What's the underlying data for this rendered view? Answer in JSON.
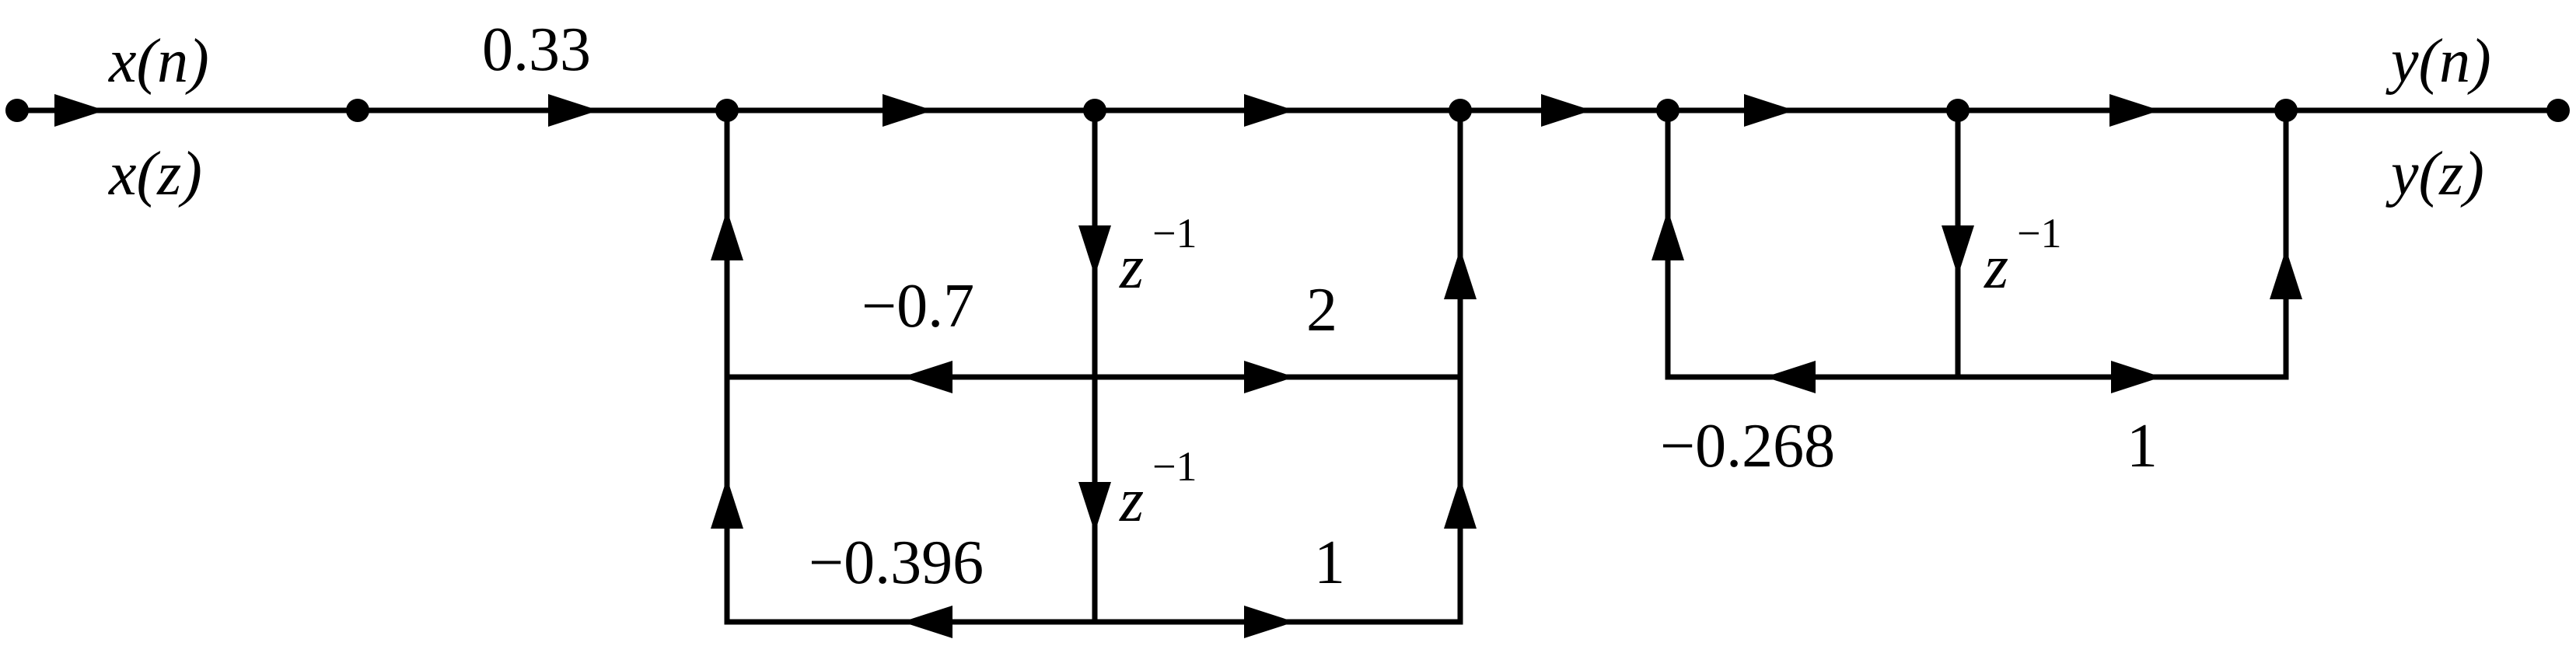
{
  "input": {
    "time_label": "x(n)",
    "z_label": "x(z)"
  },
  "output": {
    "time_label": "y(n)",
    "z_label": "y(z)"
  },
  "gain": "0.33",
  "section1": {
    "delay_top": {
      "base": "z",
      "exp": "−1"
    },
    "delay_bottom": {
      "base": "z",
      "exp": "−1"
    },
    "feedback_a1": "−0.7",
    "feedforward_b1": "2",
    "feedback_a2": "−0.396",
    "feedforward_b2": "1"
  },
  "section2": {
    "delay": {
      "base": "z",
      "exp": "−1"
    },
    "feedback_a1": "−0.268",
    "feedforward_b1": "1"
  }
}
